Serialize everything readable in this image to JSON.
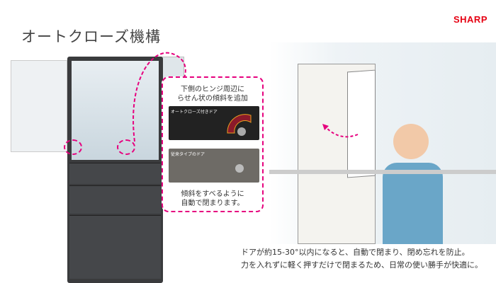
{
  "header": {
    "title": "オートクローズ機構",
    "brand": "SHARP"
  },
  "popup": {
    "heading_line1": "下側のヒンジ周辺に",
    "heading_line2": "らせん状の傾斜を追加",
    "photo1_label": "オートクローズ付きドア",
    "photo2_label": "従来タイプのドア",
    "footer_line1": "傾斜をすべるように",
    "footer_line2": "自動で閉まります。"
  },
  "caption": {
    "line1": "ドアが約15-30°以内になると、自動で閉まり、閉め忘れを防止。",
    "line2": "力を入れずに軽く押すだけで閉まるため、日常の使い勝手が快適に。"
  },
  "colors": {
    "accent": "#e6007e",
    "brand": "#e60012"
  }
}
